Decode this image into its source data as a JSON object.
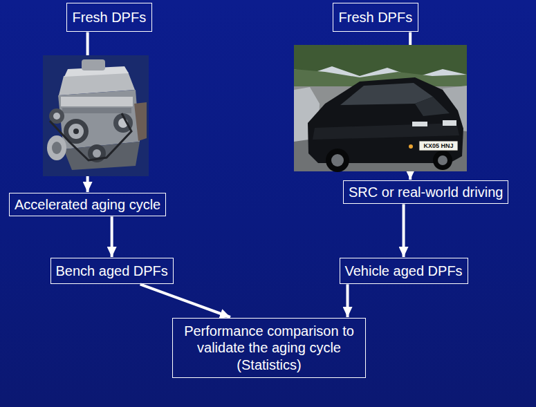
{
  "diagram": {
    "nodes": [
      {
        "text": [
          "Fresh DPFs"
        ]
      },
      {
        "text": [
          "Fresh DPFs"
        ]
      },
      {
        "text": [
          "Accelerated aging cycle"
        ]
      },
      {
        "text": [
          "SRC or real-world driving"
        ]
      },
      {
        "text": [
          "Bench aged DPFs"
        ]
      },
      {
        "text": [
          "Vehicle aged DPFs"
        ]
      },
      {
        "text": [
          "Performance comparison to validate the aging cycle (Statistics)"
        ]
      }
    ],
    "edges": [
      {
        "from": 0,
        "to": 2,
        "arrow": "to"
      },
      {
        "from": 1,
        "to": 3,
        "arrow": "to"
      },
      {
        "from": 2,
        "to": 4,
        "arrow": "to"
      },
      {
        "from": 3,
        "to": 5,
        "arrow": "to"
      },
      {
        "from": 4,
        "to": 6,
        "arrow": "to"
      },
      {
        "from": 5,
        "to": 6,
        "arrow": "to"
      }
    ],
    "labels": [
      "KX05 HNJ"
    ]
  }
}
